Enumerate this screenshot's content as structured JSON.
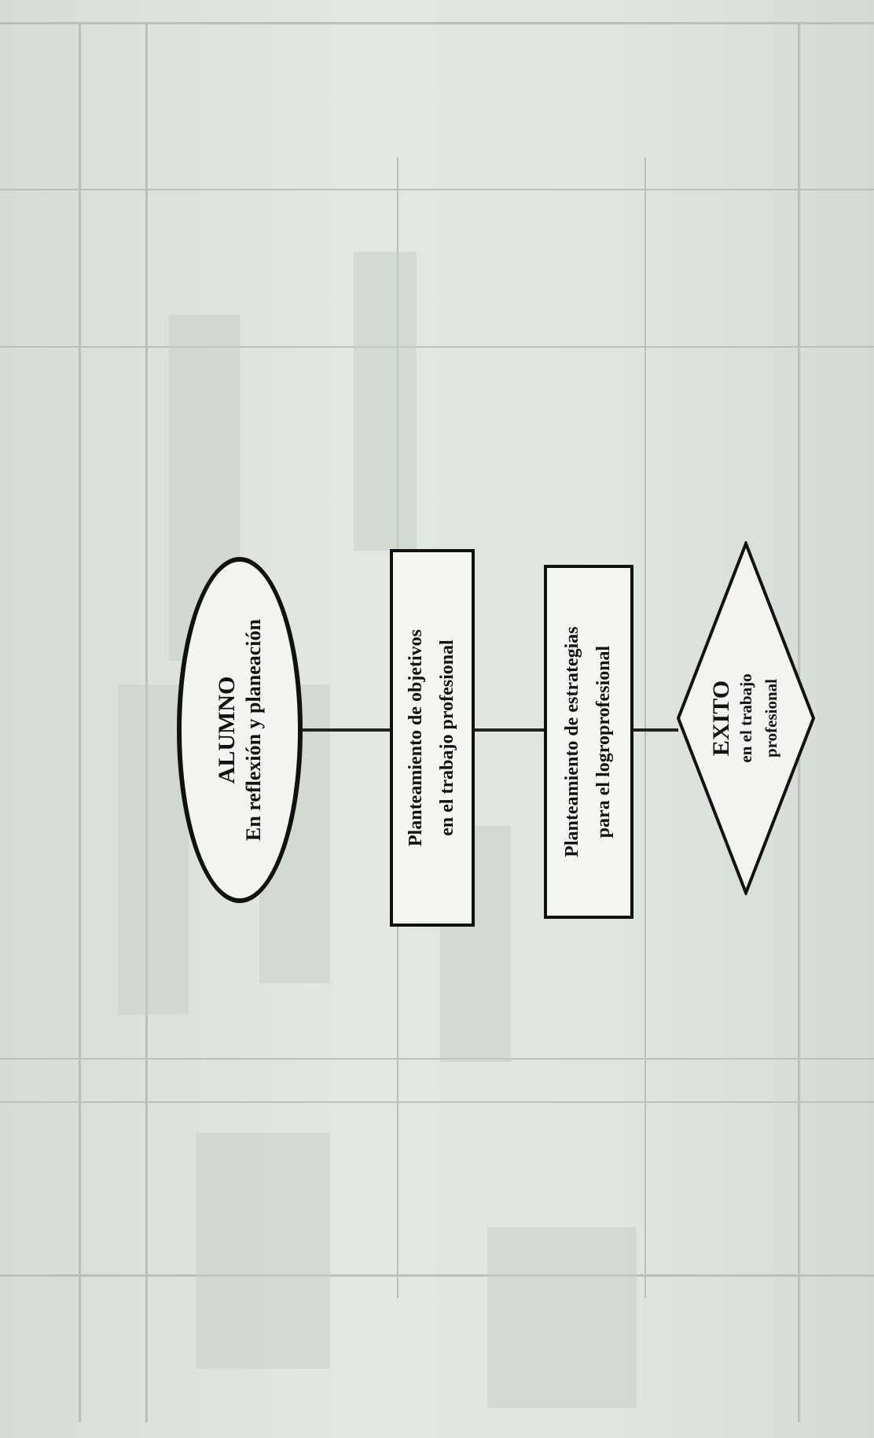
{
  "diagram": {
    "start_node": {
      "line1": "ALUMNO",
      "line2": "En reflexión y planeación"
    },
    "step1": {
      "line1": "Planteamiento de objetivos",
      "line2": "en el trabajo profesional"
    },
    "step2": {
      "line1": "Planteamiento de estrategias",
      "line2": "para el logroprofesional"
    },
    "end_node": {
      "line1": "EXITO",
      "line2": "en el trabajo",
      "line3": "profesional"
    }
  },
  "colors": {
    "paper": "#dde4dd",
    "ink": "#111111",
    "show_through": "#a7b1a8"
  }
}
